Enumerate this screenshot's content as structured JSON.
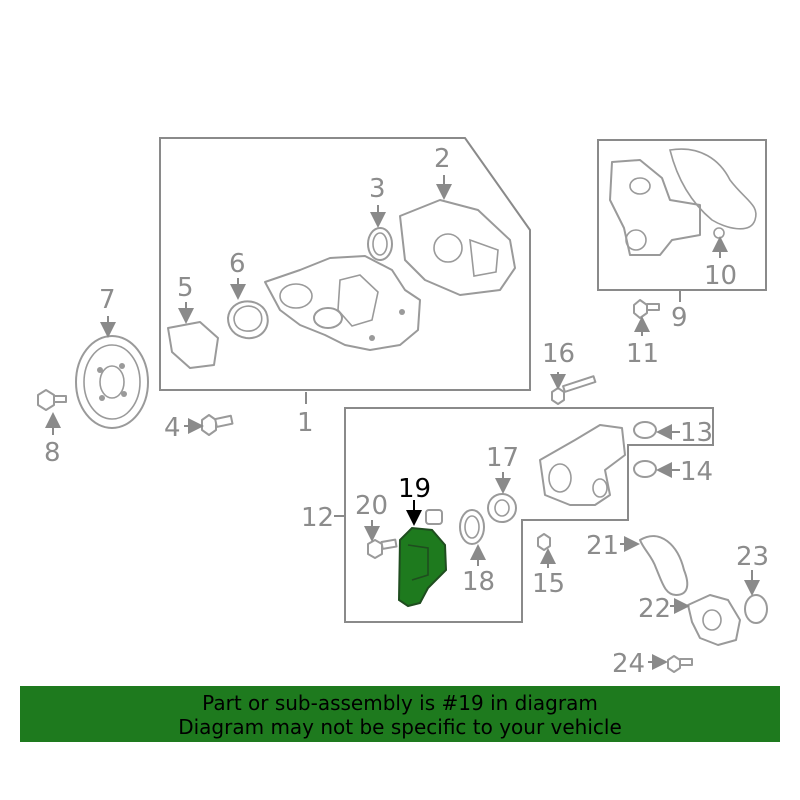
{
  "callouts": {
    "c1": "1",
    "c2": "2",
    "c3": "3",
    "c4": "4",
    "c5": "5",
    "c6": "6",
    "c7": "7",
    "c8": "8",
    "c9": "9",
    "c10": "10",
    "c11": "11",
    "c12": "12",
    "c13": "13",
    "c14": "14",
    "c15": "15",
    "c16": "16",
    "c17": "17",
    "c18": "18",
    "c19": "19",
    "c20": "20",
    "c21": "21",
    "c22": "22",
    "c23": "23",
    "c24": "24"
  },
  "highlight": {
    "color": "#1e7a1e"
  },
  "banner": {
    "line1": "Part or sub-assembly is #19 in diagram",
    "line2": "Diagram may not be specific to your vehicle",
    "color": "#1e7a1e"
  }
}
